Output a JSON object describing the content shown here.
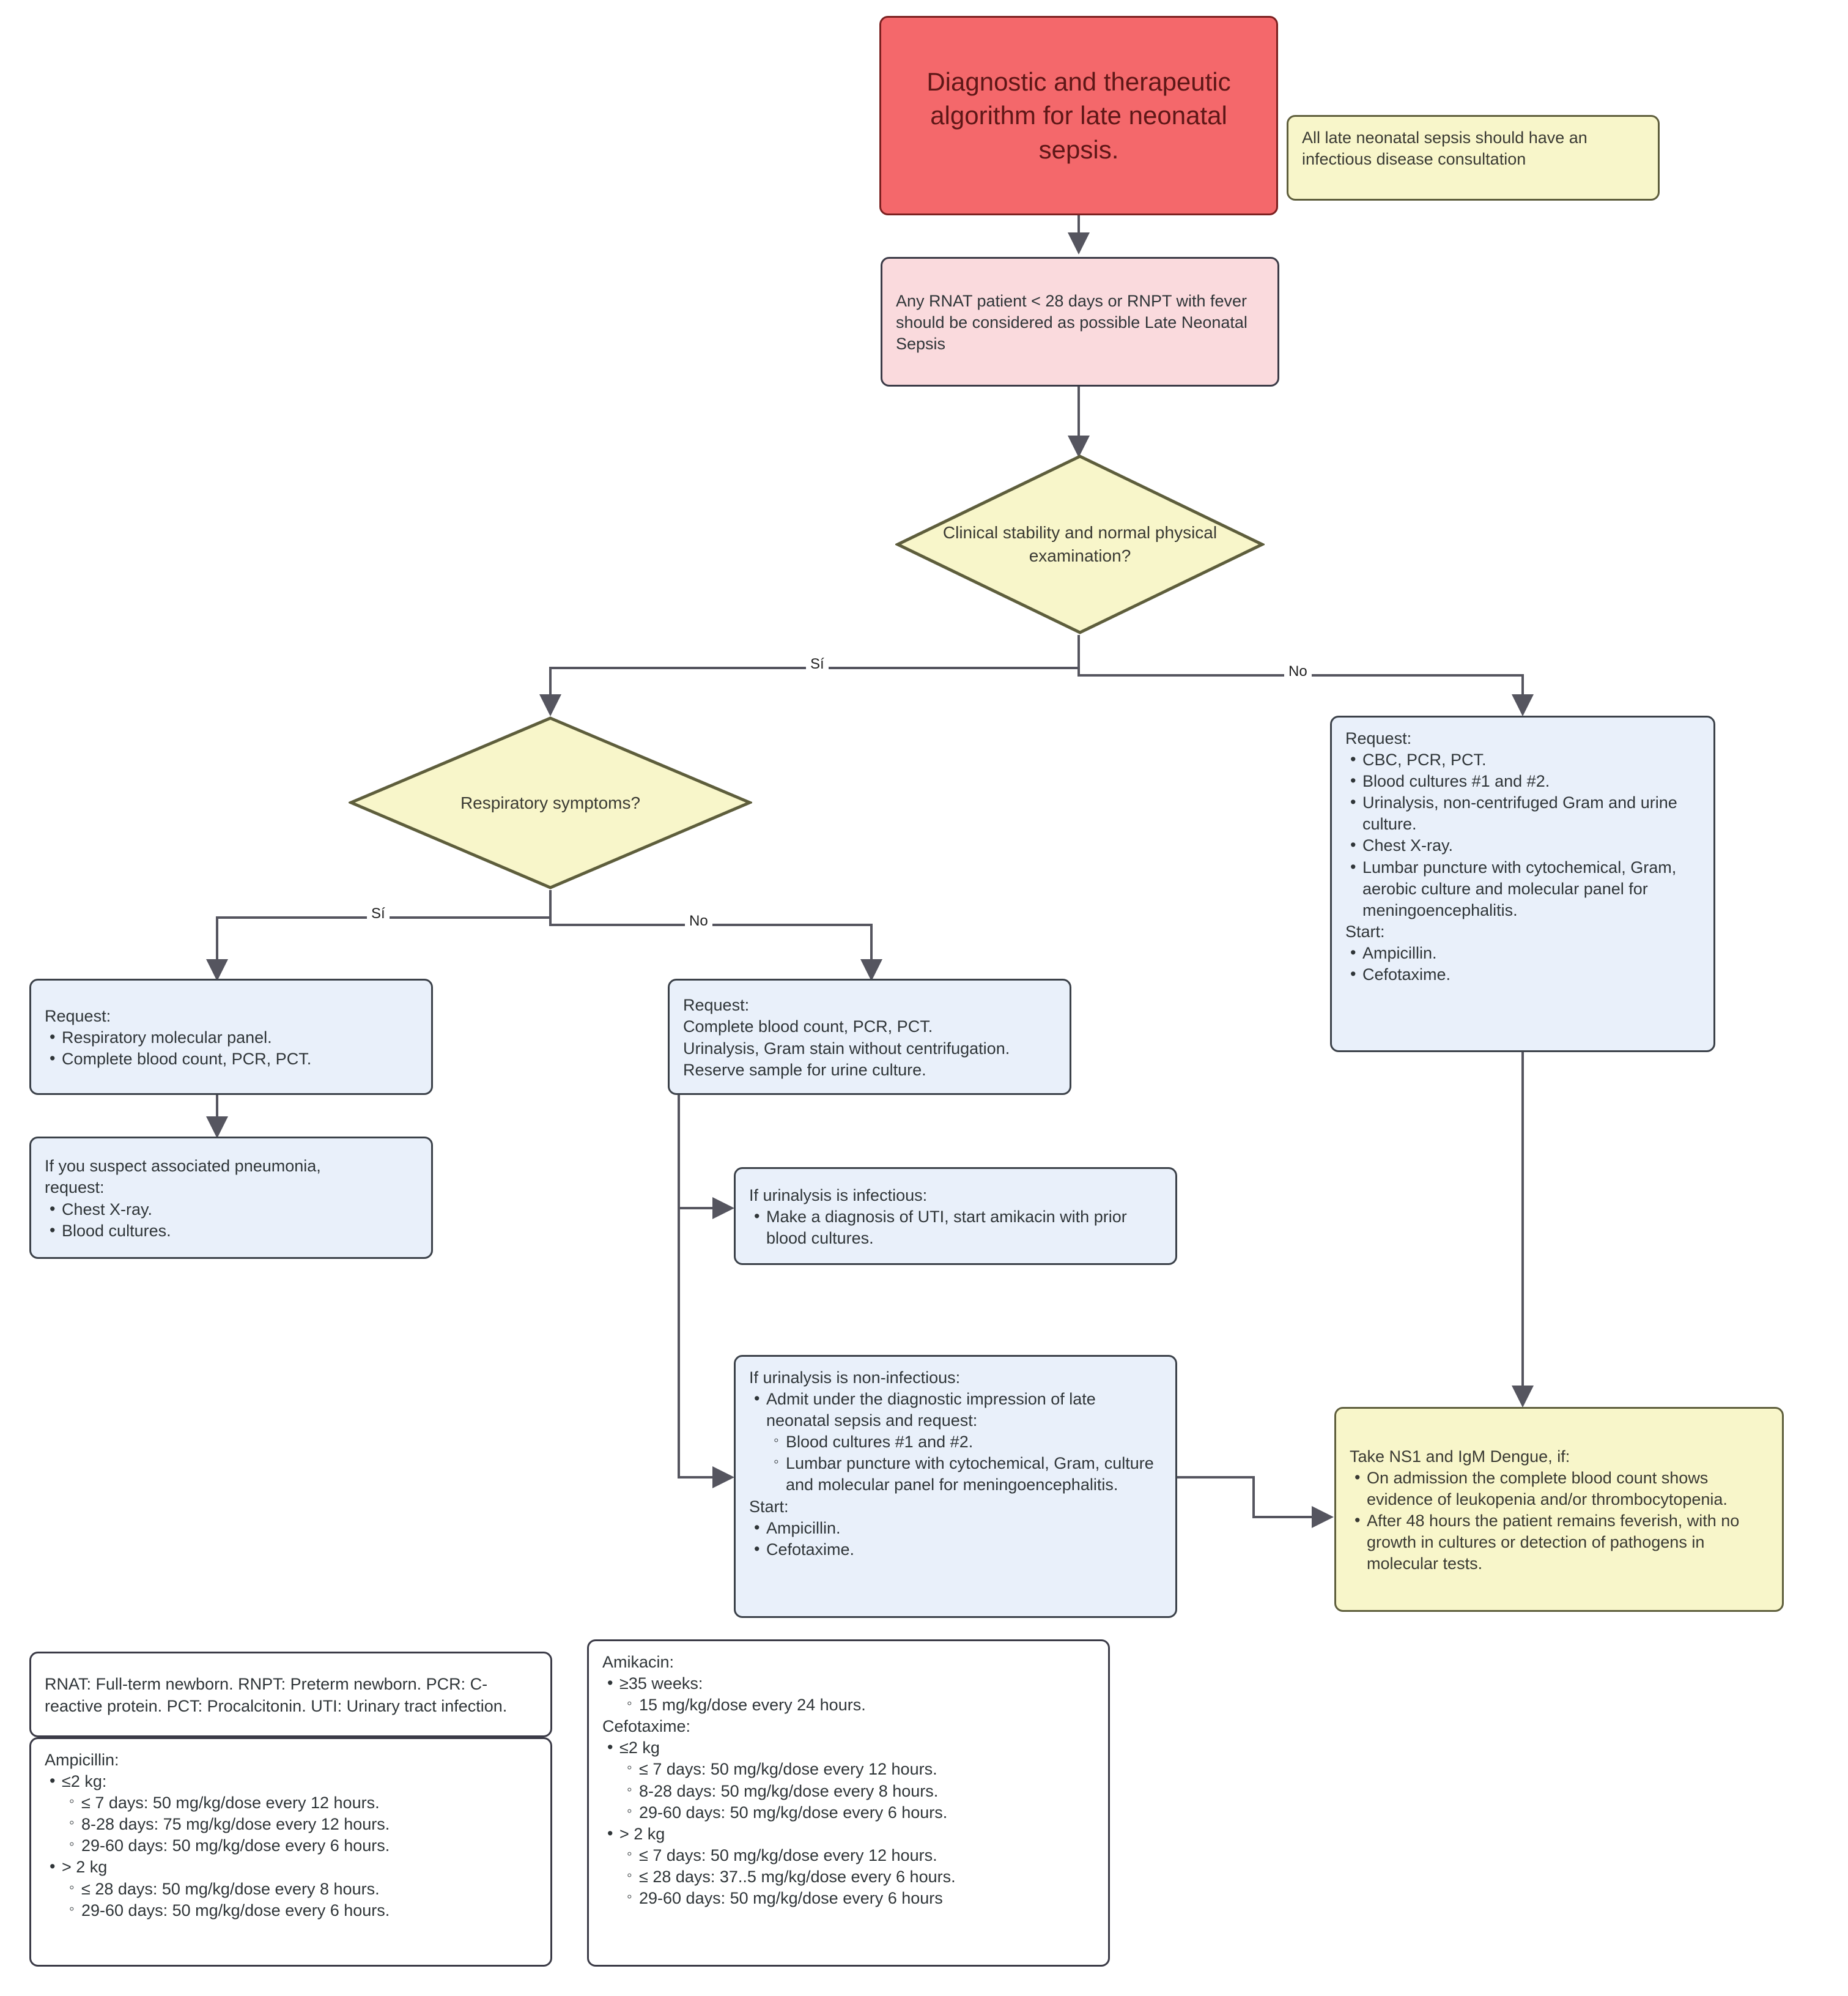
{
  "colors": {
    "title_fill": "#f4686b",
    "title_border": "#7c2020",
    "note_fill": "#f8f6ca",
    "note_border": "#5e5e3c",
    "pink_fill": "#fadadd",
    "blue_fill": "#e9f0fa",
    "edge_stroke": "#55555f",
    "white_fill": "#ffffff"
  },
  "title_node": {
    "text": "Diagnostic and therapeutic algorithm for late neonatal sepsis."
  },
  "consult_note": {
    "text": "All late neonatal sepsis should have an infectious disease consultation"
  },
  "definition_node": {
    "text": "Any RNAT patient < 28 days or RNPT with fever should be considered as possible Late Neonatal Sepsis"
  },
  "decision_stability": {
    "text": "Clinical stability and normal physical examination?",
    "yes_label": "Sí",
    "no_label": "No"
  },
  "decision_respiratory": {
    "text": "Respiratory symptoms?",
    "yes_label": "Sí",
    "no_label": "No"
  },
  "unstable_node": {
    "heading_request": "Request:",
    "request_items": [
      "CBC, PCR, PCT.",
      "Blood cultures #1 and #2.",
      "Urinalysis, non-centrifuged Gram and urine culture.",
      "Chest X-ray.",
      "Lumbar puncture with cytochemical, Gram, aerobic culture and molecular panel for meningoencephalitis."
    ],
    "heading_start": "Start:",
    "start_items": [
      "Ampicillin.",
      "Cefotaxime."
    ]
  },
  "respiratory_yes_node": {
    "heading": "Request:",
    "items": [
      "Respiratory molecular panel.",
      "Complete blood count, PCR, PCT."
    ]
  },
  "pneumonia_node": {
    "heading_line1": "If you suspect associated pneumonia,",
    "heading_line2": "request:",
    "items": [
      "Chest X-ray.",
      "Blood cultures."
    ]
  },
  "respiratory_no_node": {
    "heading": "Request:",
    "lines": [
      "Complete blood count, PCR, PCT.",
      "Urinalysis, Gram stain without centrifugation.",
      "Reserve sample for urine culture."
    ]
  },
  "urinalysis_infectious_node": {
    "heading": "If urinalysis is infectious:",
    "items": [
      "Make a diagnosis of UTI, start amikacin with prior blood cultures."
    ]
  },
  "urinalysis_noninfectious_node": {
    "heading": "If urinalysis is non-infectious:",
    "admit_item": "Admit under the diagnostic impression of late neonatal sepsis and request:",
    "sub_items": [
      "Blood cultures #1 and #2.",
      "Lumbar puncture with cytochemical, Gram, culture and molecular panel for meningoencephalitis."
    ],
    "heading_start": "Start:",
    "start_items": [
      "Ampicillin.",
      "Cefotaxime."
    ]
  },
  "dengue_node": {
    "heading": "Take NS1 and IgM Dengue, if:",
    "items": [
      "On admission the complete blood count shows evidence of leukopenia and/or thrombocytopenia.",
      "After 48 hours the patient remains feverish, with no growth in cultures or detection of pathogens in molecular tests."
    ]
  },
  "abbreviations_node": {
    "text": "RNAT: Full-term newborn. RNPT: Preterm newborn. PCR: C-reactive protein. PCT: Procalcitonin. UTI: Urinary tract infection."
  },
  "ampicillin_node": {
    "heading": "Ampicillin:",
    "groups": [
      {
        "label": "≤2 kg:",
        "doses": [
          "≤ 7 days: 50 mg/kg/dose every 12 hours.",
          "8-28 days: 75 mg/kg/dose every 12 hours.",
          "29-60 days: 50 mg/kg/dose every 6 hours."
        ]
      },
      {
        "label": "> 2 kg",
        "doses": [
          "≤ 28 days: 50 mg/kg/dose every 8 hours.",
          "29-60 days: 50 mg/kg/dose every 6 hours."
        ]
      }
    ]
  },
  "amikacin_cefotaxime_node": {
    "amikacin_heading": "Amikacin:",
    "amikacin_group_label": "≥35 weeks:",
    "amikacin_doses": [
      "15 mg/kg/dose every 24 hours."
    ],
    "cefotaxime_heading": "Cefotaxime:",
    "cefotaxime_groups": [
      {
        "label": "≤2 kg",
        "doses": [
          "≤ 7 days: 50 mg/kg/dose every 12 hours.",
          "8-28 days: 50 mg/kg/dose every 8 hours.",
          "29-60 days: 50 mg/kg/dose every 6 hours."
        ]
      },
      {
        "label": "> 2 kg",
        "doses": [
          "≤ 7 days: 50 mg/kg/dose every 12 hours.",
          "≤ 28 days: 37..5 mg/kg/dose every 6 hours.",
          "29-60 days: 50 mg/kg/dose every 6 hours"
        ]
      }
    ]
  }
}
